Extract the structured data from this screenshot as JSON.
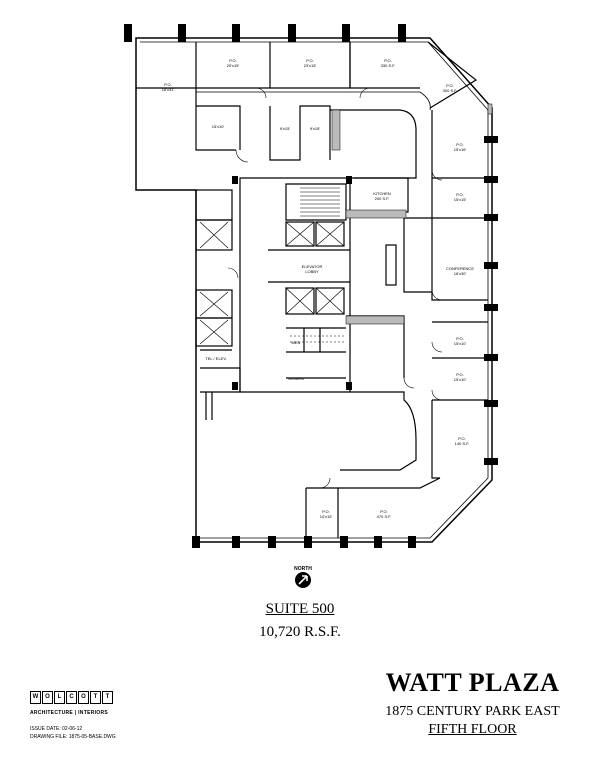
{
  "rooms": [
    {
      "id": "po-w",
      "name": "P.O.",
      "size": "16'x31'"
    },
    {
      "id": "po-n1",
      "name": "P.O.",
      "size": "20'x15'"
    },
    {
      "id": "po-n2",
      "name": "P.O.",
      "size": "23'x15'"
    },
    {
      "id": "po-n3",
      "name": "P.O.",
      "size": "330 S.F."
    },
    {
      "id": "po-ne",
      "name": "P.O.",
      "size": "300 S.F."
    },
    {
      "id": "office-15x10",
      "name": "",
      "size": "15'x10'"
    },
    {
      "id": "office-9x15a",
      "name": "",
      "size": "9'x15'"
    },
    {
      "id": "office-9x15b",
      "name": "",
      "size": "9'x15'"
    },
    {
      "id": "po-e1",
      "name": "P.O.",
      "size": "15'x16'"
    },
    {
      "id": "po-e2",
      "name": "P.O.",
      "size": "15'x15'"
    },
    {
      "id": "kitchen",
      "name": "KITCHEN",
      "size": "200 S.F."
    },
    {
      "id": "conference",
      "name": "CONFERENCE",
      "size": "16'x30'"
    },
    {
      "id": "po-e3",
      "name": "P.O.",
      "size": "15'x10'"
    },
    {
      "id": "po-e4",
      "name": "P.O.",
      "size": "15'x10'"
    },
    {
      "id": "po-se",
      "name": "P.O.",
      "size": "140 S.F."
    },
    {
      "id": "po-s1",
      "name": "P.O.",
      "size": "10'x15'"
    },
    {
      "id": "po-s2",
      "name": "P.O.",
      "size": "470 S.F."
    },
    {
      "id": "elevator-lobby",
      "name": "ELEVATOR",
      "size": "LOBBY"
    },
    {
      "id": "tel-elec",
      "name": "TEL / ELEV.",
      "size": ""
    },
    {
      "id": "men",
      "name": "MEN",
      "size": ""
    },
    {
      "id": "women",
      "name": "WOMEN",
      "size": ""
    }
  ],
  "north": {
    "label": "NORTH"
  },
  "suite": {
    "name": "SUITE 500",
    "rsf": "10,720 R.S.F."
  },
  "building": {
    "name": "WATT PLAZA",
    "address": "1875 CENTURY PARK EAST",
    "floor": "FIFTH FLOOR"
  },
  "firm": {
    "letters": [
      "W",
      "O",
      "L",
      "C",
      "O",
      "T",
      "T"
    ],
    "subtitle": "ARCHITECTURE | INTERIORS",
    "issue_date": "ISSUE DATE: 02-06-12",
    "drawing_file": "DRAWING FILE: 1875-05-BASE.DWG"
  }
}
